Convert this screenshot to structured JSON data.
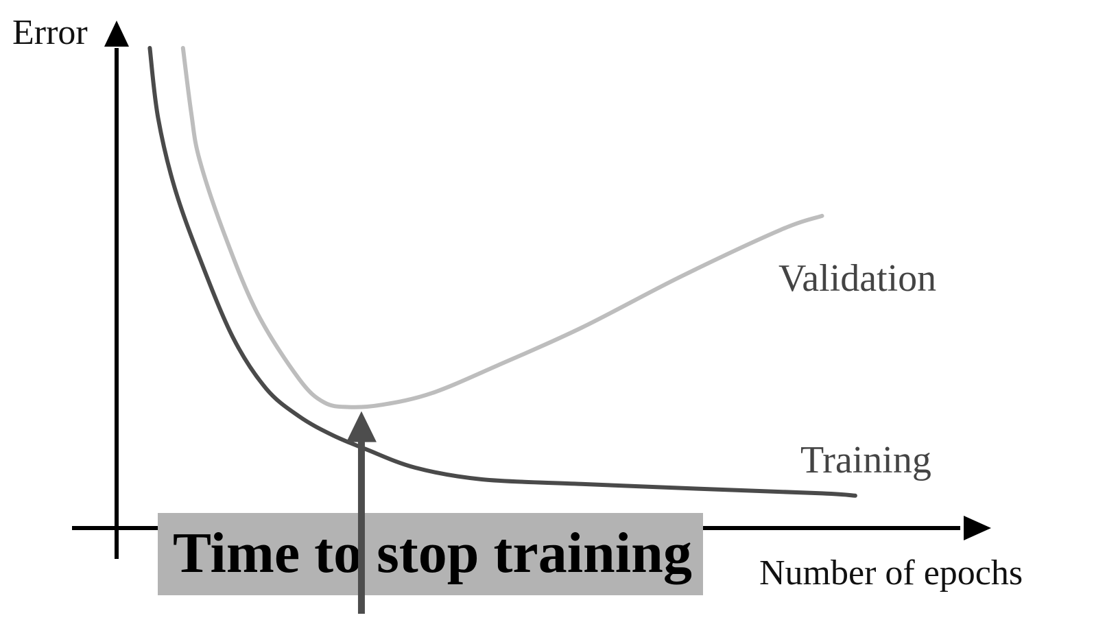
{
  "chart_data": {
    "type": "line",
    "title": "",
    "xlabel": "Number of epochs",
    "ylabel": "Error",
    "xlim": [
      0,
      100
    ],
    "ylim": [
      0,
      100
    ],
    "grid": false,
    "legend": "inline labels at curve ends",
    "series": [
      {
        "name": "Validation",
        "color": "#bdbdbd",
        "x": [
          8,
          9,
          10,
          13,
          17,
          22,
          25,
          28,
          32,
          38,
          46,
          56,
          68,
          80,
          85
        ],
        "y": [
          100,
          86,
          76,
          60,
          43,
          29,
          24,
          23,
          23.5,
          26,
          32,
          40,
          51,
          61,
          64
        ]
      },
      {
        "name": "Training",
        "color": "#4a4a4a",
        "x": [
          4,
          5,
          7,
          10,
          14,
          18,
          22,
          26,
          30,
          36,
          44,
          56,
          70,
          85,
          89
        ],
        "y": [
          100,
          85,
          70,
          55,
          38,
          27,
          21,
          17,
          14,
          10,
          7.5,
          6.5,
          5.5,
          4.5,
          4
        ]
      }
    ],
    "annotations": [
      {
        "text": "Time to stop training",
        "x": 29.5,
        "y": 23,
        "type": "arrow"
      }
    ],
    "colors": {
      "axis": "#000000",
      "arrow": "#4d4d4d",
      "annotation_box": "#b3b3b3"
    }
  }
}
